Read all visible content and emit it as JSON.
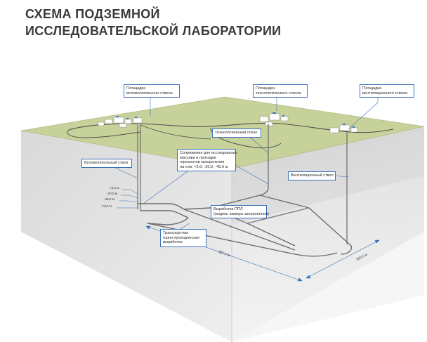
{
  "title": {
    "line1": "СХЕМА ПОДЗЕМНОЙ",
    "line2": "ИССЛЕДОВАТЕЛЬСКОЙ ЛАБОРАТОРИИ"
  },
  "callouts": {
    "aux_site": [
      "Площадка",
      "вспомогательного ствола"
    ],
    "tech_site": [
      "Площадка",
      "технологического ствола"
    ],
    "vent_site": [
      "Площадка",
      "вентиляционного ствола"
    ],
    "tech_shaft": [
      "Технологический ствол"
    ],
    "aux_shaft": [
      "Вспомогательный ствол"
    ],
    "junctions": [
      "Сопряжения для исследования",
      "массива и проходки",
      "горизонтов захоронения",
      "на отм. +5,0; -20,0; -45,0 м"
    ],
    "vent_shaft": [
      "Вентиляционный ствол"
    ],
    "ppl_working": [
      "Выработка ППЛ",
      "(модель камеры захоронения)"
    ],
    "transport": [
      "Транспортная",
      "горно-проходческая",
      "выработка"
    ]
  },
  "levels": [
    "+5,0 м",
    "-20,0 м",
    "-45,0 м",
    "-70,0 м"
  ],
  "dimensions": {
    "long": "957,7 м",
    "short": "360,5 м"
  },
  "colors": {
    "surface": "#c6d29a",
    "callout_border": "#3a70b8",
    "dimension": "#3a70b8",
    "tunnel": "#6b6b6b"
  }
}
